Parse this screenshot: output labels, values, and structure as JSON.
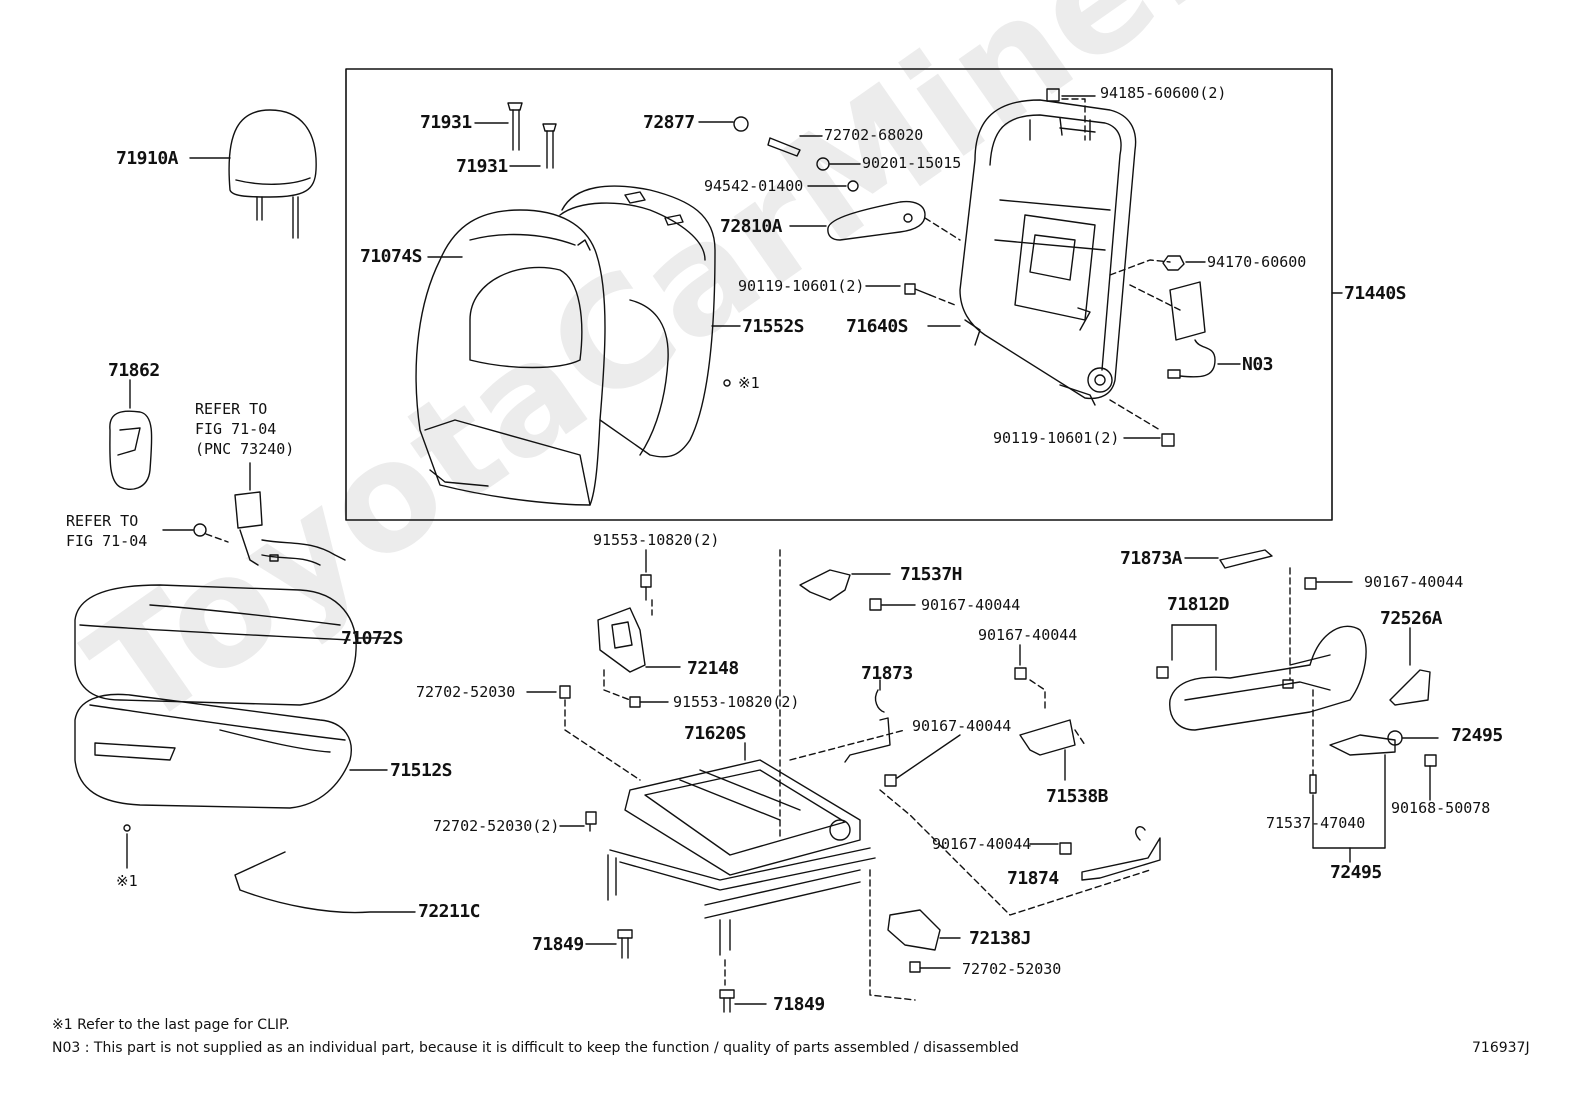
{
  "watermark": "ToyotaCarMine.ru",
  "diagram_id": "716937J",
  "footnotes": {
    "clip_note": "※1 Refer to the last page for CLIP.",
    "n03_note": "N03 : This part is not supplied as an individual part, because it is difficult to keep the function / quality of parts assembled / disassembled"
  },
  "labels": {
    "p71910A": "71910A",
    "p71931a": "71931",
    "p71931b": "71931",
    "p72877": "72877",
    "p72702_68020": "72702-68020",
    "p90201": "90201-15015",
    "p94542": "94542-01400",
    "p72810A": "72810A",
    "p94185": "94185-60600(2)",
    "p94170": "94170-60600",
    "p71440S": "71440S",
    "p71074S": "71074S",
    "p90119a": "90119-10601(2)",
    "p71552S": "71552S",
    "p71640S": "71640S",
    "pN03": "N03",
    "pClip1": "※1",
    "p90119b": "90119-10601(2)",
    "p71862": "71862",
    "refer1a": "REFER TO",
    "refer1b": "FIG 71-04",
    "refer1c": "(PNC 73240)",
    "refer2a": "REFER TO",
    "refer2b": "FIG 71-04",
    "p71072S": "71072S",
    "p71512S": "71512S",
    "pClip2": "※1",
    "p72211C": "72211C",
    "p91553a": "91553-10820(2)",
    "p72148": "72148",
    "p72702_52030a": "72702-52030",
    "p91553b": "91553-10820(2)",
    "p71537H": "71537H",
    "p90167a": "90167-40044",
    "p71873": "71873",
    "p90167b": "90167-40044",
    "p90167c": "90167-40044",
    "p71538B": "71538B",
    "p71620S": "71620S",
    "p72702_52030b": "72702-52030(2)",
    "p90167d": "90167-40044",
    "p71874": "71874",
    "p71849a": "71849",
    "p71849b": "71849",
    "p72138J": "72138J",
    "p72702_52030c": "72702-52030",
    "p71873A": "71873A",
    "p90167e": "90167-40044",
    "p71812D": "71812D",
    "p72526A": "72526A",
    "p72495a": "72495",
    "p90168": "90168-50078",
    "p71537_47040": "71537-47040",
    "p72495b": "72495"
  }
}
